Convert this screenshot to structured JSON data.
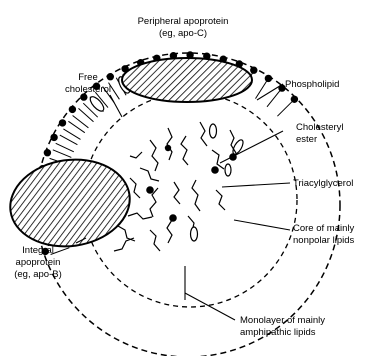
{
  "labels": {
    "peripheral_line1": "Peripheral apoprotein",
    "peripheral_line2": "(eg, apo-C)",
    "free_line1": "Free",
    "free_line2": "cholesterol",
    "phospholipid": "Phospholipid",
    "ester_line1": "Cholesteryl",
    "ester_line2": "ester",
    "triacylglycerol": "Triacylglycerol",
    "core_line1": "Core of mainly",
    "core_line2": "nonpolar lipids",
    "integral_line1": "Integral",
    "integral_line2": "apoprotein",
    "integral_line3": "(eg, apo-B)",
    "mono_line1": "Monolayer of mainly",
    "mono_line2": "amphipathic lipids"
  },
  "colors": {
    "ink": "#000000",
    "background": "#ffffff"
  }
}
